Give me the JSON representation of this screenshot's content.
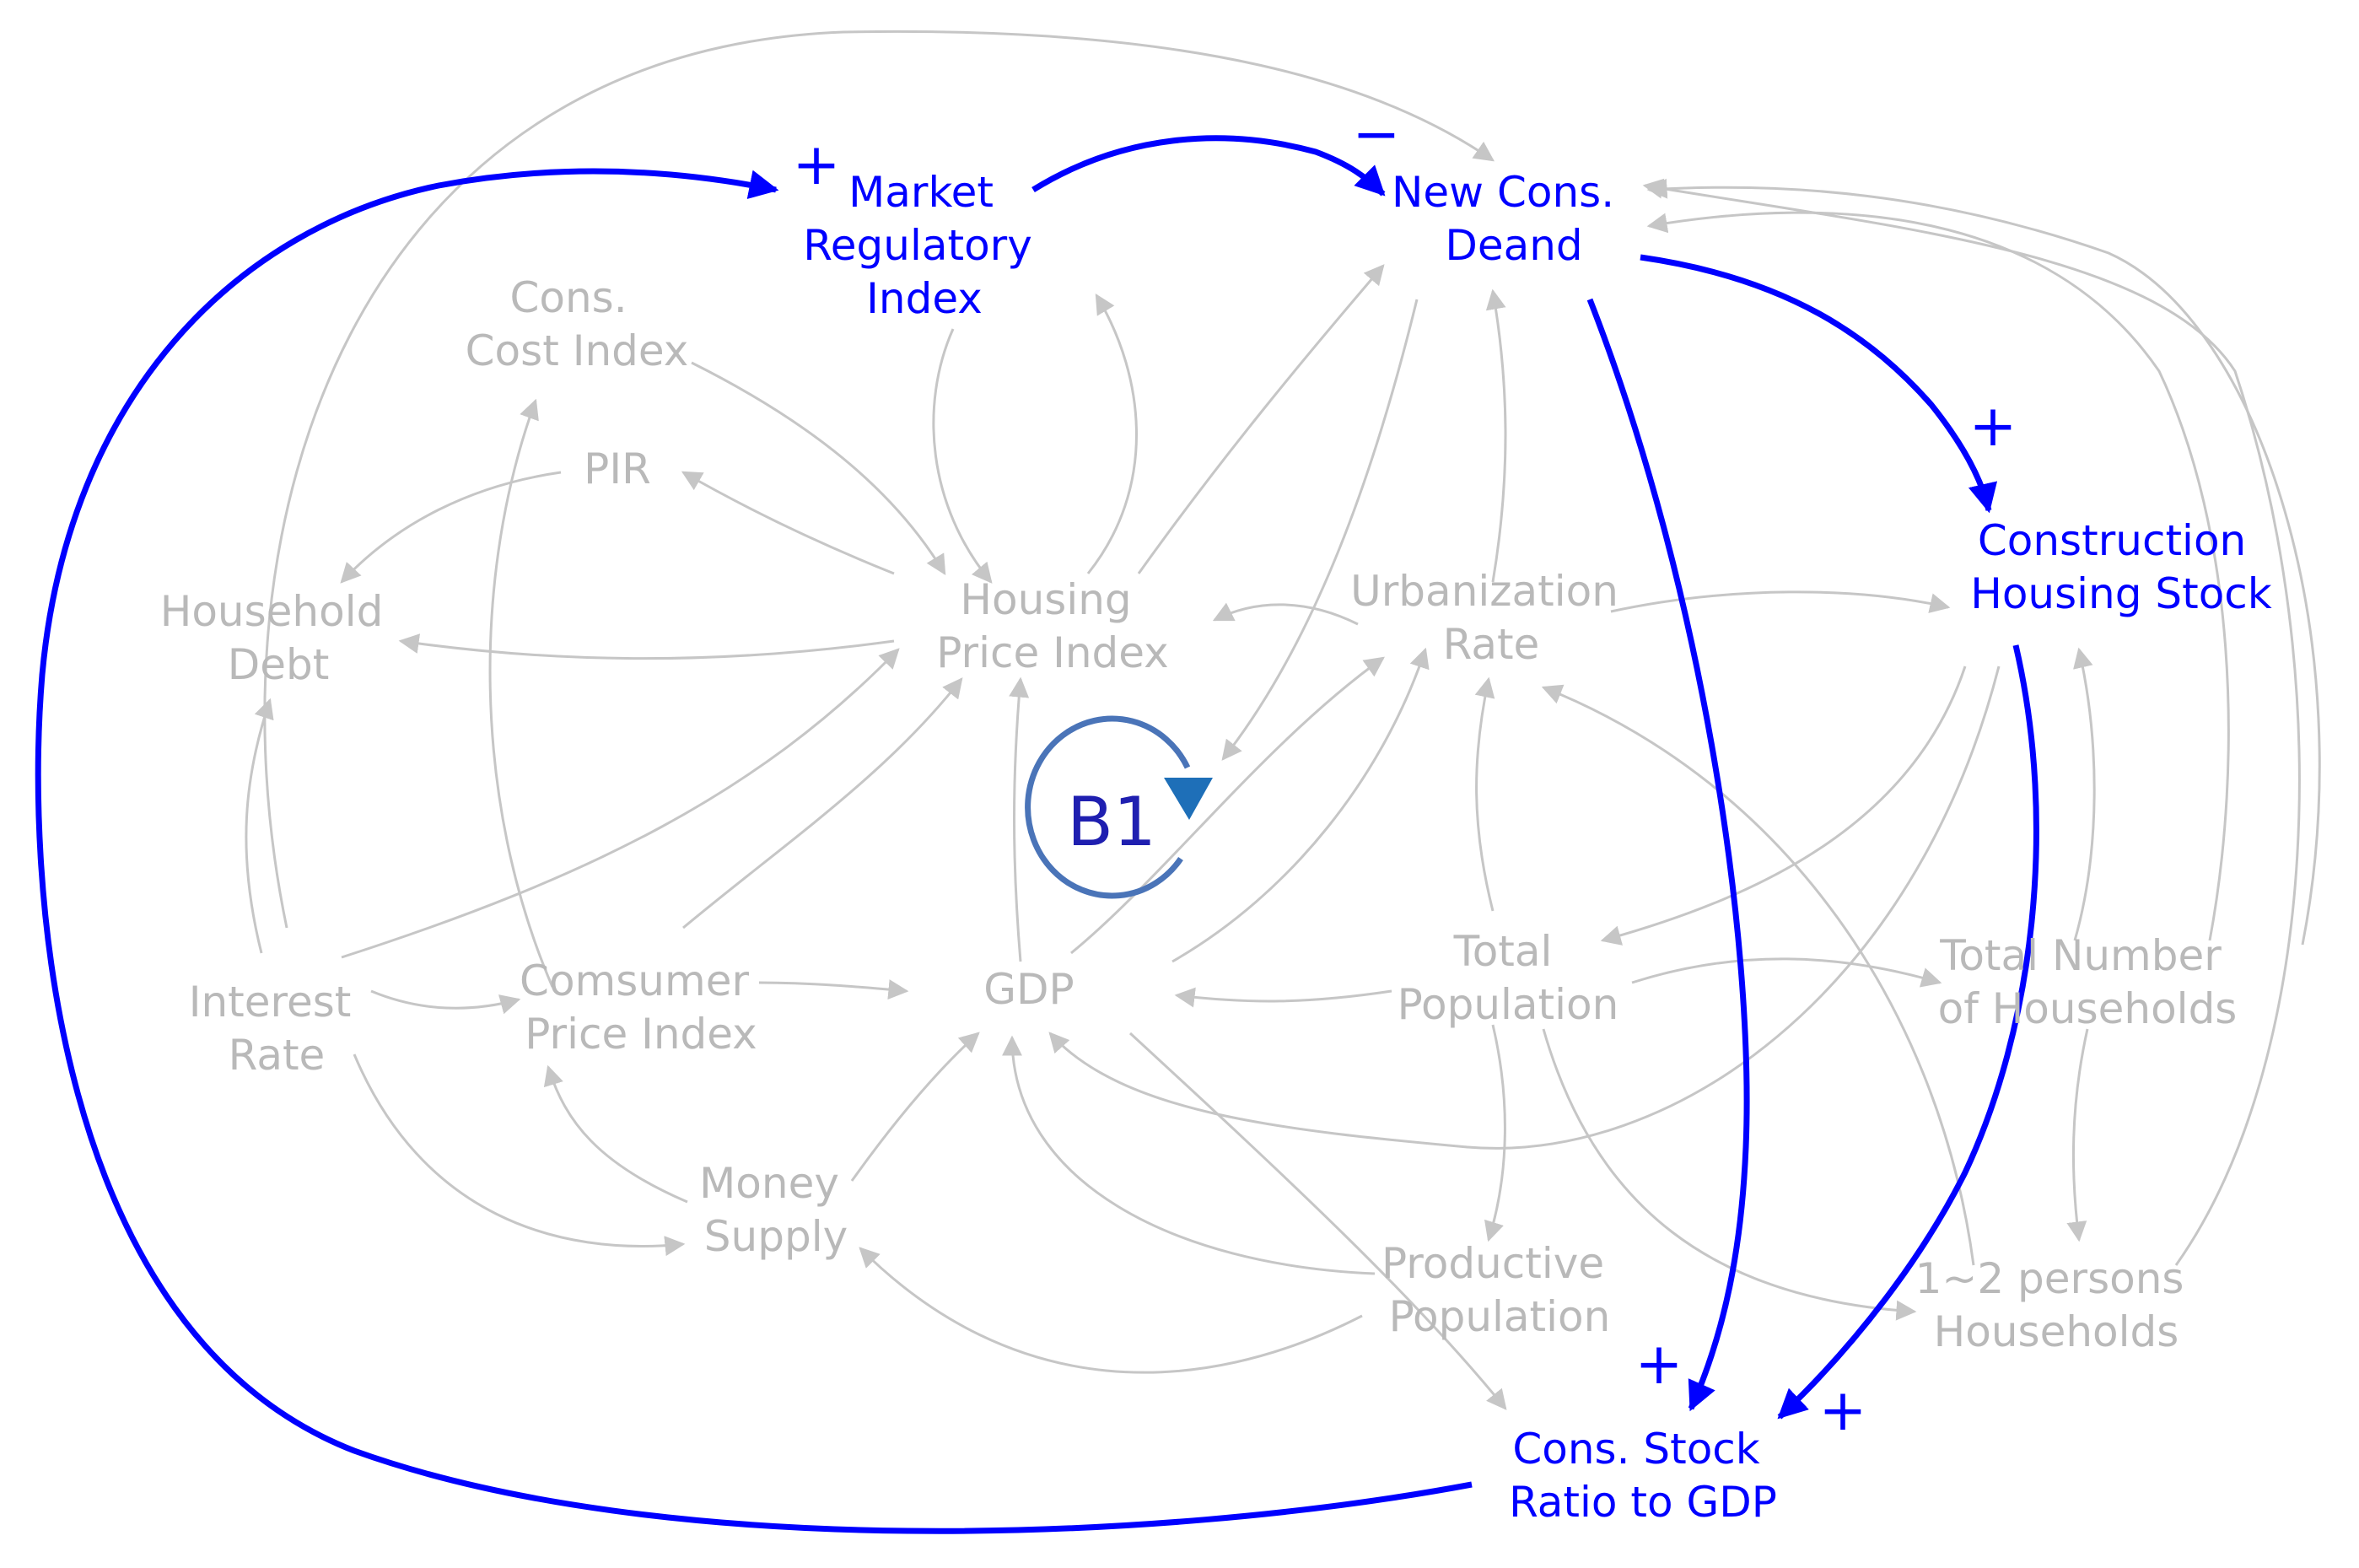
{
  "nodes": {
    "market_regulatory_index": [
      "Market",
      "Regulatory",
      "Index"
    ],
    "new_cons_demand": [
      "New Cons.",
      "Deand"
    ],
    "construction_housing_stock": [
      "Construction",
      "Housing Stock"
    ],
    "cons_stock_ratio_gdp": [
      "Cons. Stock",
      "Ratio to GDP"
    ],
    "cons_cost_index": [
      "Cons.",
      "Cost Index"
    ],
    "pir": [
      "PIR"
    ],
    "household_debt": [
      "Household",
      "Debt"
    ],
    "housing_price_index": [
      "Housing",
      "Price Index"
    ],
    "urbanization_rate": [
      "Urbanization",
      "Rate"
    ],
    "interest_rate": [
      "Interest",
      "Rate"
    ],
    "consumer_price_index": [
      "Comsumer",
      "Price Index"
    ],
    "gdp": [
      "GDP"
    ],
    "total_population": [
      "Total",
      "Population"
    ],
    "total_households": [
      "Total Number",
      "of Households"
    ],
    "money_supply": [
      "Money",
      "Supply"
    ],
    "productive_population": [
      "Productive",
      "Population"
    ],
    "small_households": [
      "1~2 persons",
      "Households"
    ]
  },
  "signs": {
    "market_in": "+",
    "new_cons_in": "−",
    "stock_in": "+",
    "ratio_in_left": "+",
    "ratio_in_right": "+"
  },
  "loop": {
    "label": "B1"
  },
  "colors": {
    "gray": "#b9b9b9",
    "blue": "#0000ff",
    "loop": "#4a74b8",
    "loop_arrow": "#1e6fb8"
  }
}
